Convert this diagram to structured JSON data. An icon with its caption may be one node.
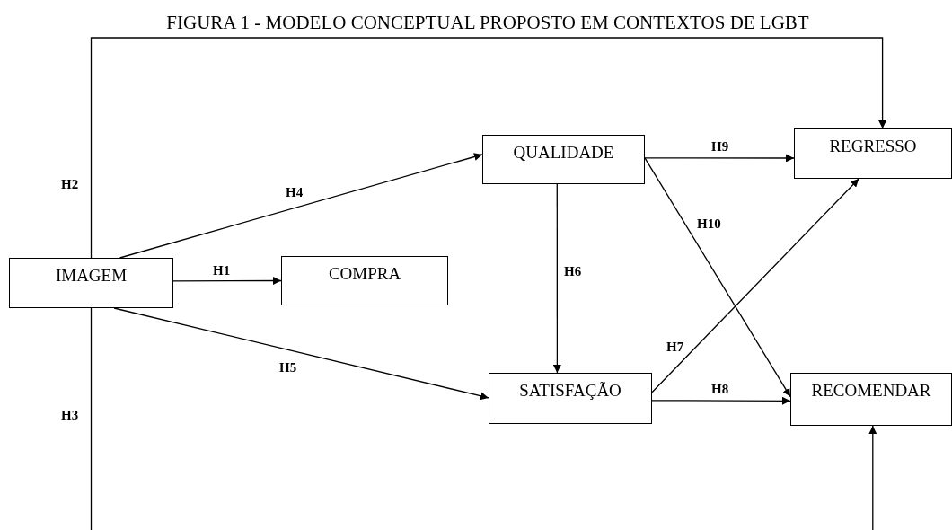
{
  "diagram": {
    "title": "FIGURA 1 - MODELO CONCEPTUAL PROPOSTO EM CONTEXTOS DE LGBT",
    "nodes": [
      {
        "text": [
          "IMAGEM"
        ]
      },
      {
        "text": [
          "COMPRA"
        ]
      },
      {
        "text": [
          "QUALIDADE"
        ]
      },
      {
        "text": [
          "SATISFAÇÃO"
        ]
      },
      {
        "text": [
          "REGRESSO"
        ]
      },
      {
        "text": [
          "RECOMENDAR"
        ]
      }
    ],
    "edges": [
      {
        "from": 0,
        "to": 1,
        "arrow": "to",
        "label": "H1"
      },
      {
        "from": 0,
        "to": 4,
        "arrow": "to",
        "label": "H2"
      },
      {
        "from": 0,
        "to": 5,
        "arrow": "to",
        "label": "H3"
      },
      {
        "from": 0,
        "to": 2,
        "arrow": "to",
        "label": "H4"
      },
      {
        "from": 0,
        "to": 3,
        "arrow": "to",
        "label": "H5"
      },
      {
        "from": 2,
        "to": 3,
        "arrow": "to",
        "label": "H6"
      },
      {
        "from": 3,
        "to": 4,
        "arrow": "to",
        "label": "H7"
      },
      {
        "from": 3,
        "to": 5,
        "arrow": "to",
        "label": "H8"
      },
      {
        "from": 2,
        "to": 4,
        "arrow": "to",
        "label": "H9"
      },
      {
        "from": 2,
        "to": 5,
        "arrow": "to",
        "label": "H10"
      }
    ]
  }
}
